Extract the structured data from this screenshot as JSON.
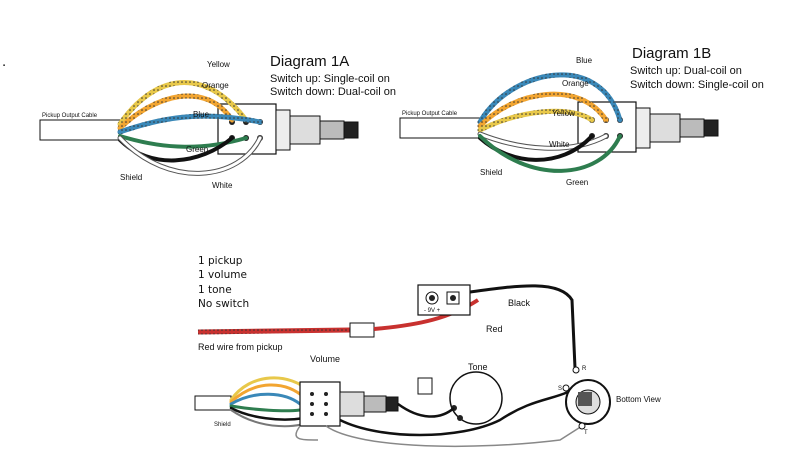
{
  "colors": {
    "yellow": "#e8c84a",
    "orange": "#f2a531",
    "blue": "#3a88b8",
    "green": "#2e7d4f",
    "red": "#c8312f",
    "black": "#111111",
    "white_wire": "#ffffff"
  },
  "stray_mark": ".",
  "diagram_1a": {
    "title": "Diagram 1A",
    "line1": "Switch up: Single-coil on",
    "line2": "Switch down: Dual-coil on",
    "labels": {
      "cable": "Pickup Output Cable",
      "yellow": "Yellow",
      "orange": "Orange",
      "blue": "Blue",
      "green": "Green",
      "shield": "Shield",
      "white": "White"
    }
  },
  "diagram_1b": {
    "title": "Diagram 1B",
    "line1": "Switch up: Dual-coil on",
    "line2": "Switch down: Single-coil on",
    "labels": {
      "cable": "Pickup Output Cable",
      "blue": "Blue",
      "orange": "Orange",
      "yellow": "Yellow",
      "white": "White",
      "shield": "Shield",
      "green": "Green"
    }
  },
  "bottom": {
    "notes": [
      "1 pickup",
      "1 volume",
      "1 tone",
      "No switch"
    ],
    "red_wire_caption": "Red wire from pickup",
    "battery_marks": "-  9V  +",
    "labels": {
      "black": "Black",
      "red": "Red",
      "volume": "Volume",
      "tone": "Tone",
      "bottom_view": "Bottom View",
      "shield": "Shield",
      "jack_r": "R",
      "jack_s": "S",
      "jack_t": "T"
    }
  }
}
